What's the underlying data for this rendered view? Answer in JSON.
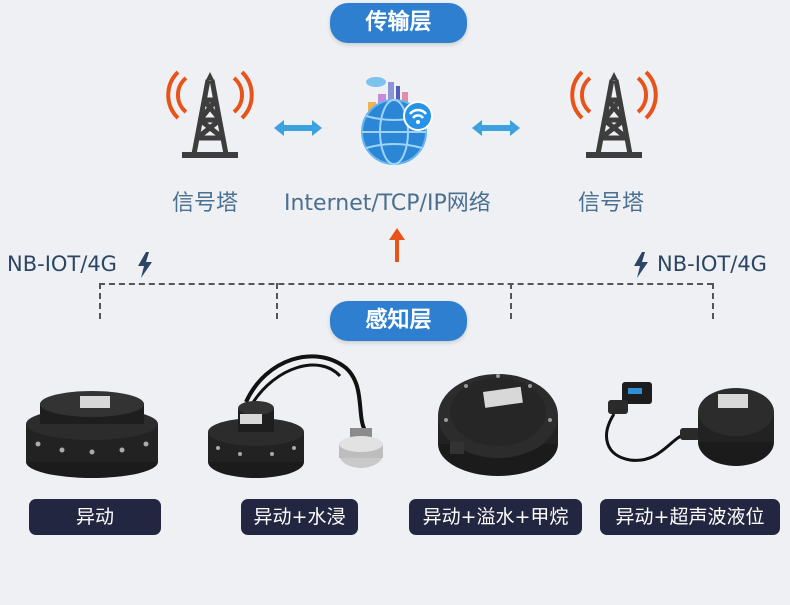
{
  "transport_layer": {
    "title": "传输层"
  },
  "perception_layer": {
    "title": "感知层"
  },
  "network": {
    "left_tower_label": "信号塔",
    "center_label": "Internet/TCP/IP网络",
    "right_tower_label": "信号塔",
    "left_link_label": "NB-IOT/4G",
    "right_link_label": "NB-IOT/4G"
  },
  "devices": [
    {
      "label": "异动"
    },
    {
      "label": "异动+水浸"
    },
    {
      "label": "异动+溢水+甲烷"
    },
    {
      "label": "异动+超声波液位"
    }
  ],
  "colors": {
    "accent_blue": "#2f7fd0",
    "dark_label_bg": "#232640",
    "signal_orange": "#e8531a",
    "arrow_blue": "#3ba2df"
  },
  "icons": [
    "signal-tower-icon",
    "internet-globe-icon",
    "bolt-icon",
    "double-arrow-icon",
    "up-arrow-icon"
  ]
}
